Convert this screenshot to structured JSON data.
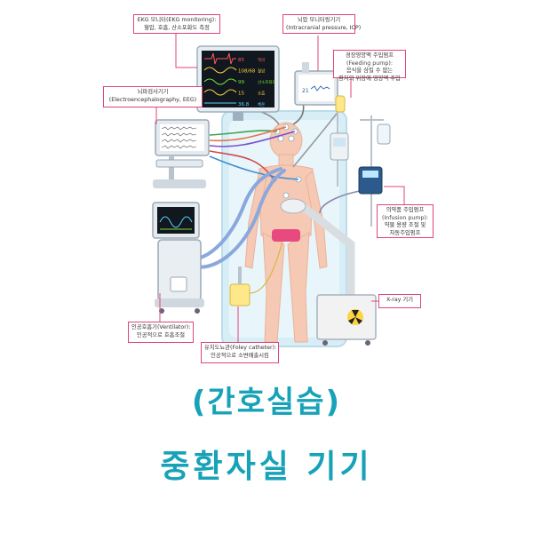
{
  "labels": {
    "ekg": {
      "title": "EKG 모니터(EKG monitoring):",
      "desc": "혈압, 호흡, 산소포화도 측정"
    },
    "icp": {
      "title": "뇌압 모니터링기기",
      "desc": "(Intracranial pressure, ICP)"
    },
    "feeding": {
      "title": "경장영양액 주입펌프",
      "sub": "(Feeding pump):",
      "desc1": "음식을 삼킬 수 없는",
      "desc2": "환자의 위장에 영양액 주입"
    },
    "eeg": {
      "title": "뇌파검사기기",
      "desc": "(Electroencephalography, EEG)"
    },
    "infusion": {
      "title": "의약품 주입펌프",
      "sub": "(Infusion pump):",
      "desc1": "약물 용량 조절 및",
      "desc2": "자동주입펌프"
    },
    "xray": {
      "title": "X-ray 기기"
    },
    "ventilator": {
      "title": "인공호흡기(Ventilator):",
      "desc": "인공적으로 호흡조절"
    },
    "foley": {
      "title": "유치도뇨관(Foley catheter):",
      "desc": "인공적으로 소변배출시킴"
    }
  },
  "monitor": {
    "readings": [
      {
        "value": "85",
        "name": "맥박",
        "color": "#ff5a5a"
      },
      {
        "value": "108/68",
        "name": "혈압",
        "color": "#ffd23f"
      },
      {
        "value": "99",
        "name": "산소포화도",
        "color": "#7ddf3a"
      },
      {
        "value": "15",
        "name": "호흡",
        "color": "#ffd23f"
      },
      {
        "value": "36.8",
        "name": "체온",
        "color": "#5fd0ff"
      }
    ]
  },
  "icp_value": "21",
  "titles": {
    "line1": "(간호실습)",
    "line2": "중환자실 기기"
  },
  "colors": {
    "accent": "#17a2b8",
    "label_border": "#e0457b"
  }
}
